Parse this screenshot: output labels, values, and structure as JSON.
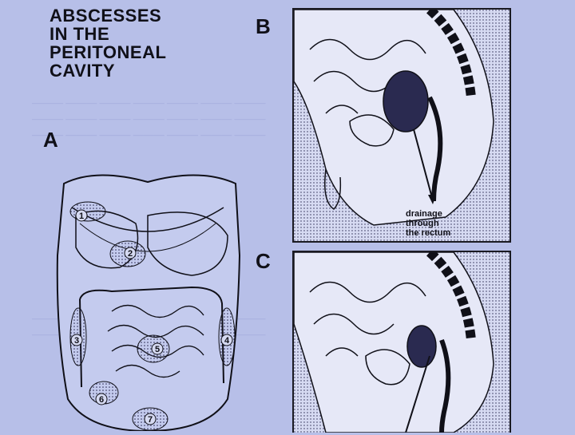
{
  "title": {
    "lines": [
      "ABSCESSES",
      "IN THE",
      "PERITONEAL",
      "CAVITY"
    ]
  },
  "panels": {
    "a": {
      "label": "A"
    },
    "b": {
      "label": "B",
      "caption": [
        "drainage",
        "through",
        "the rectum"
      ]
    },
    "c": {
      "label": "C"
    }
  },
  "abscess_numbers": [
    "1",
    "2",
    "3",
    "4",
    "5",
    "6",
    "7"
  ],
  "colors": {
    "background": "#b7bfe8",
    "ink": "#101018",
    "abscess_fill": "#2a2a50",
    "hatch_bg": "#d6daf2"
  }
}
